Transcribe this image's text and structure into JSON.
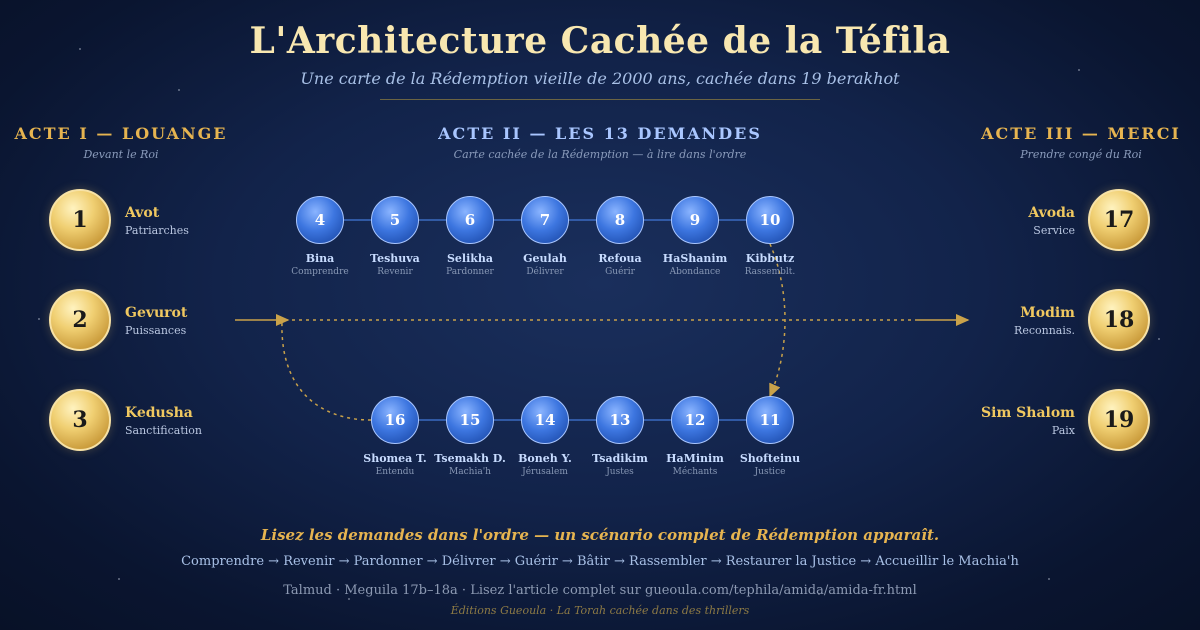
{
  "header": {
    "title": "L'Architecture Cachée de la Téfila",
    "subtitle": "Une carte de la Rédemption vieille de 2000 ans, cachée dans 19 berakhot"
  },
  "acts": [
    {
      "title": "ACTE I — LOUANGE",
      "subtitle": "Devant le Roi"
    },
    {
      "title": "ACTE II — LES 13 DEMANDES",
      "subtitle": "Carte cachée de la Rédemption — à lire dans l'ordre"
    },
    {
      "title": "ACTE III — MERCI",
      "subtitle": "Prendre congé du Roi"
    }
  ],
  "act1_items": [
    {
      "num": "1",
      "name": "Avot",
      "sub": "Patriarches"
    },
    {
      "num": "2",
      "name": "Gevurot",
      "sub": "Puissances"
    },
    {
      "num": "3",
      "name": "Kedusha",
      "sub": "Sanctification"
    }
  ],
  "act2_top": [
    {
      "num": "4",
      "name": "Bina",
      "sub": "Comprendre"
    },
    {
      "num": "5",
      "name": "Teshuva",
      "sub": "Revenir"
    },
    {
      "num": "6",
      "name": "Selikha",
      "sub": "Pardonner"
    },
    {
      "num": "7",
      "name": "Geulah",
      "sub": "Délivrer"
    },
    {
      "num": "8",
      "name": "Refoua",
      "sub": "Guérir"
    },
    {
      "num": "9",
      "name": "HaShanim",
      "sub": "Abondance"
    },
    {
      "num": "10",
      "name": "Kibbutz",
      "sub": "Rassemblt."
    }
  ],
  "act2_bottom": [
    {
      "num": "16",
      "name": "Shomea T.",
      "sub": "Entendu"
    },
    {
      "num": "15",
      "name": "Tsemakh D.",
      "sub": "Machia'h"
    },
    {
      "num": "14",
      "name": "Boneh Y.",
      "sub": "Jérusalem"
    },
    {
      "num": "13",
      "name": "Tsadikim",
      "sub": "Justes"
    },
    {
      "num": "12",
      "name": "HaMinim",
      "sub": "Méchants"
    },
    {
      "num": "11",
      "name": "Shofteinu",
      "sub": "Justice"
    }
  ],
  "act3_items": [
    {
      "num": "17",
      "name": "Avoda",
      "sub": "Service"
    },
    {
      "num": "18",
      "name": "Modim",
      "sub": "Reconnais."
    },
    {
      "num": "19",
      "name": "Sim Shalom",
      "sub": "Paix"
    }
  ],
  "footer": {
    "main": "Lisez les demandes dans l'ordre — un scénario complet de Rédemption apparaît.",
    "sequence": "Comprendre → Revenir → Pardonner → Délivrer → Guérir → Bâtir → Rassembler → Restaurer la Justice → Accueillir le Machia'h",
    "reference": "Talmud · Meguila 17b–18a · Lisez l'article complet sur gueoula.com/tephila/amida/amida-fr.html",
    "edition": "Éditions Gueoula · La Torah cachée dans des thrillers"
  },
  "colors": {
    "gold": "#f0c860",
    "act2": "#a9c6ff",
    "blue_node": "#3d76e0",
    "background": "#12234a"
  }
}
